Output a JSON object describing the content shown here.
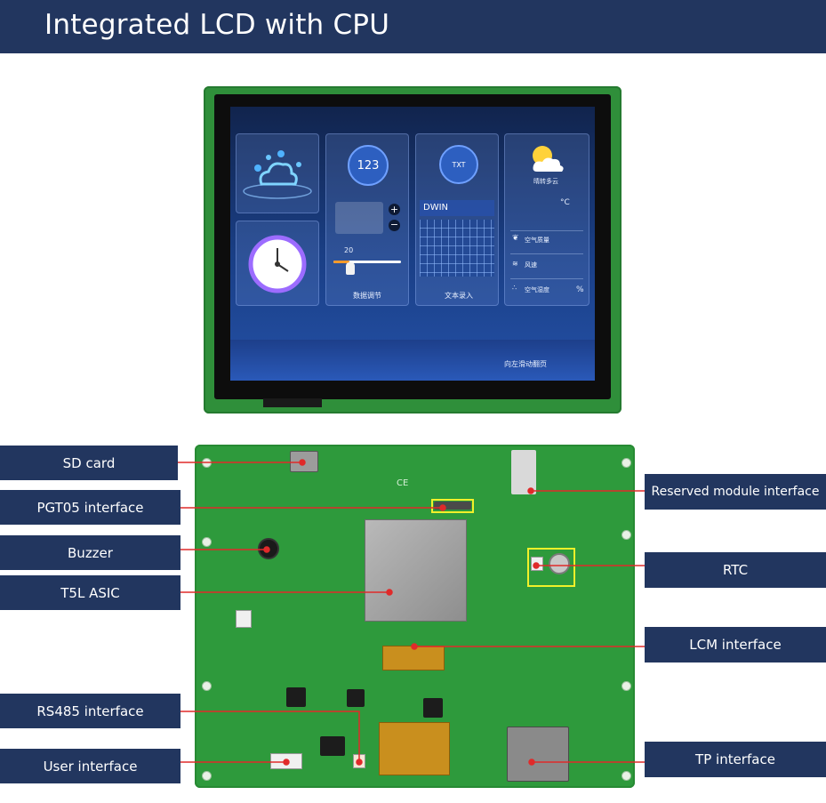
{
  "header": {
    "title": "Integrated LCD with CPU"
  },
  "screen": {
    "number_icon": "123",
    "txt_icon": "TXT",
    "slider_value": "20",
    "data_adjust": "数据调节",
    "text_input_value": "DWIN",
    "text_input_caption": "文本录入",
    "weather_caption": "晴转多云",
    "temp_unit": "°C",
    "air_quality": "空气质量",
    "wind_speed": "风速",
    "humidity": "空气湿度",
    "percent": "%",
    "swipe_hint": "向左滑动翻页"
  },
  "board_marks": {
    "ce": "CE"
  },
  "labels": {
    "sd_card": "SD card",
    "pgt05": "PGT05 interface",
    "buzzer": "Buzzer",
    "t5l": "T5L ASIC",
    "rs485": "RS485 interface",
    "user_interface": "User interface",
    "reserved_module": "Reserved module interface",
    "rtc": "RTC",
    "lcm": "LCM interface",
    "tp": "TP interface"
  },
  "colors": {
    "header_bg": "#22365f",
    "label_bg": "#22365f",
    "pcb_green": "#2e9a3c",
    "leader_line": "#e02a2a",
    "highlight": "#f1f02a"
  }
}
